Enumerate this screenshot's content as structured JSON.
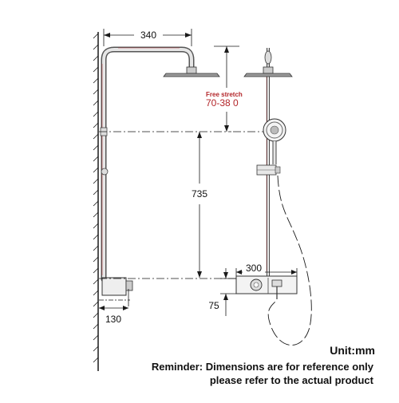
{
  "dimensions": {
    "arm_reach": "340",
    "free_stretch_label": "Free stretch",
    "free_stretch_range": "70-38 0",
    "bar_height": "735",
    "shelf_width": "300",
    "mixer_offset": "75",
    "wall_depth": "130"
  },
  "notes": {
    "unit": "Unit:mm",
    "reminder_line1": "Reminder: Dimensions are for reference only",
    "reminder_line2": "please refer to the actual product"
  },
  "colors": {
    "line": "#1a1a1a",
    "pipe": "#888888",
    "pipe_highlight": "#b3262a",
    "label_red": "#b3262a"
  }
}
